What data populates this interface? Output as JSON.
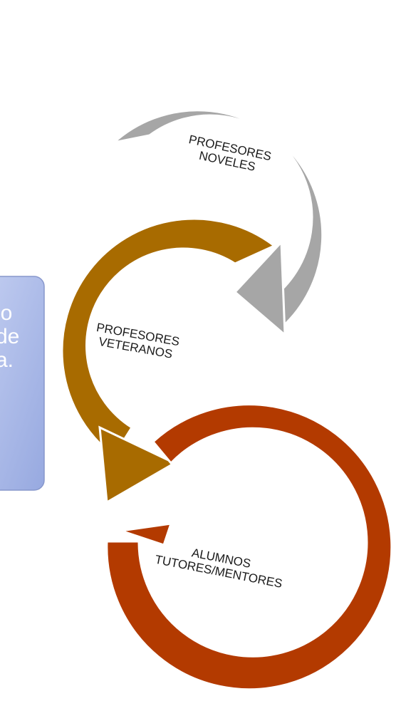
{
  "cycles": [
    {
      "id": "noveles",
      "line1": "PROFESORES",
      "line2": "NOVELES",
      "color": "#a6a6a6"
    },
    {
      "id": "veteranos",
      "line1": "PROFESORES",
      "line2": "VETERANOS",
      "color": "#a86b00"
    },
    {
      "id": "alumnos",
      "line1": "ALUMNOS",
      "line2": "TUTORES/MENTORES",
      "color": "#b33a00"
    }
  ],
  "side_box": {
    "color": "#a9b7e6",
    "lines": [
      "lo",
      "de",
      "a."
    ]
  }
}
